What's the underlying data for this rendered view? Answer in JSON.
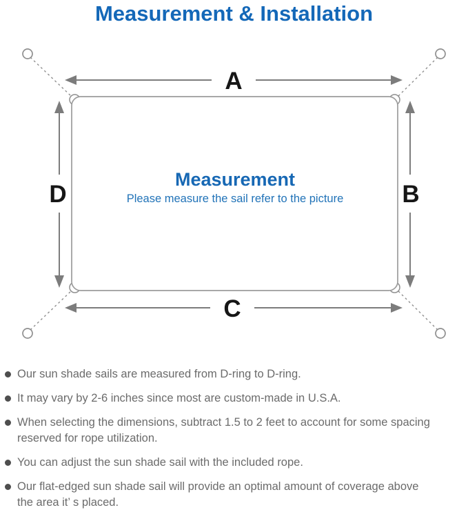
{
  "title": {
    "text": "Measurement & Installation",
    "color": "#1468b8"
  },
  "diagram": {
    "labels": {
      "top": "A",
      "right": "B",
      "bottom": "C",
      "left": "D"
    },
    "center": {
      "heading": "Measurement",
      "subheading": "Please measure the sail refer to the picture",
      "heading_color": "#1768b4"
    },
    "colors": {
      "outline": "#9c9c9c",
      "arrow": "#7c7c7c",
      "label": "#161616"
    }
  },
  "notes": {
    "bullet_color": "#4e4e4e",
    "text_color": "#6b6b6b",
    "items": [
      "Our sun shade sails are measured from D-ring to D-ring.",
      "It may vary by 2-6 inches since most are custom-made in U.S.A.",
      "When selecting the dimensions, subtract 1.5 to 2 feet to account for some spacing\nreserved for rope utilization.",
      "You can adjust the sun shade sail with the included rope.",
      "Our flat-edged sun shade sail will provide an optimal amount of coverage above\nthe area it’ s placed."
    ]
  }
}
